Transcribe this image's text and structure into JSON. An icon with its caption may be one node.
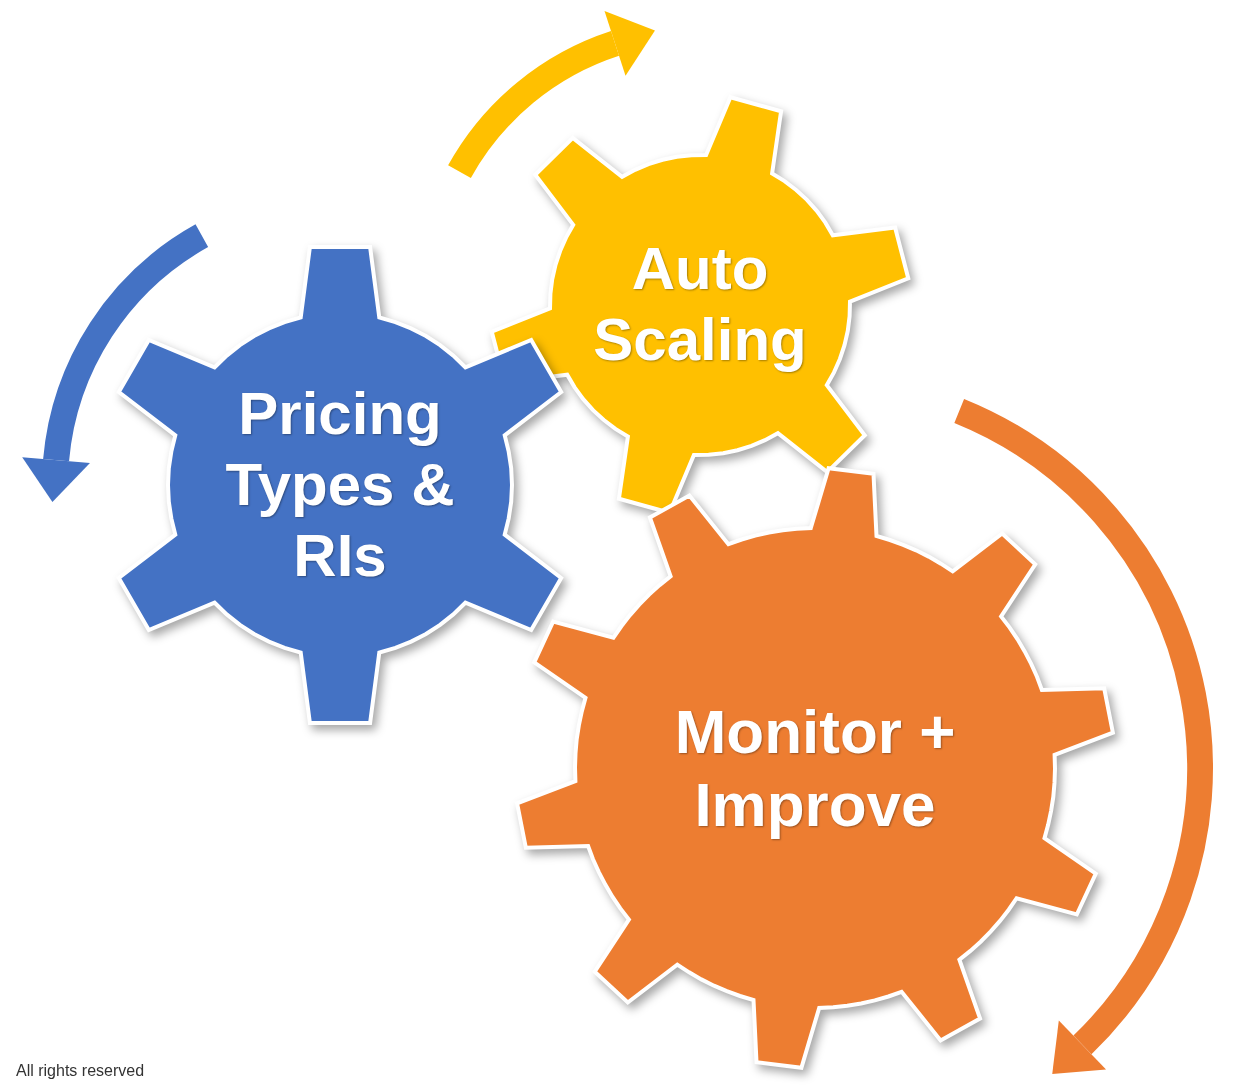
{
  "diagram": {
    "nodes": [
      {
        "text": [
          "Auto Scaling"
        ]
      },
      {
        "text": [
          "Pricing Types & RIs"
        ]
      },
      {
        "text": [
          "Monitor + Improve"
        ]
      }
    ],
    "labels": [
      "All rights reserved"
    ]
  }
}
